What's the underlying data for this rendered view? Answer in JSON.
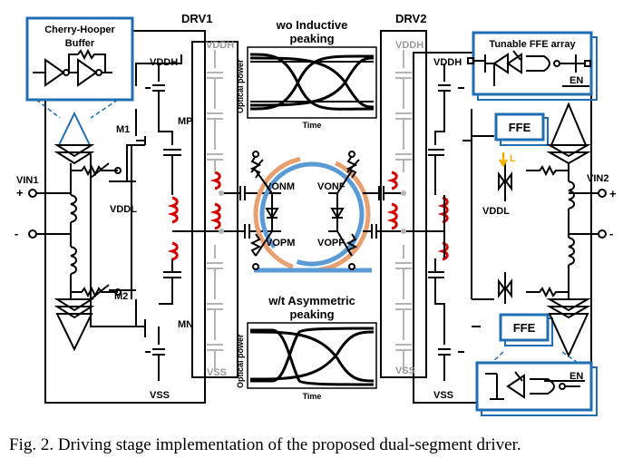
{
  "labels": {
    "buffer_title_1": "Cherry-Hooper",
    "buffer_title_2": "Buffer",
    "drv1": "DRV1",
    "drv2": "DRV2",
    "eye_top_title_1": "wo Inductive",
    "eye_top_title_2": "peaking",
    "eye_bottom_title_1": "w/t Asymmetric",
    "eye_bottom_title_2": "peaking",
    "eye_ylabel": "Optical power",
    "eye_xlabel": "Time",
    "vddh": "VDDH",
    "vddl": "VDDL",
    "vss": "VSS",
    "m1": "M1",
    "m2": "M2",
    "mp": "MP",
    "mn": "MN",
    "vin1": "VIN1",
    "vin2": "VIN2",
    "plus": "+",
    "minus": "-",
    "vonm": "VONM",
    "vopm": "VOPM",
    "vonf": "VONF",
    "vopf": "VOPF",
    "ffe": "FFE",
    "ffe_array_title": "Tunable FFE array",
    "en": "EN",
    "inductor": "L"
  },
  "caption": "Fig. 2. Driving stage implementation of the proposed dual-segment driver.",
  "colors": {
    "wire": "#000000",
    "highlight_box": "#1f6db3",
    "inductor": "#d40000",
    "ring_outer": "#e8a070",
    "ring_inner": "#5b9bd5",
    "gray_circuit": "#b4b4b4",
    "arrow": "#f0b000"
  }
}
